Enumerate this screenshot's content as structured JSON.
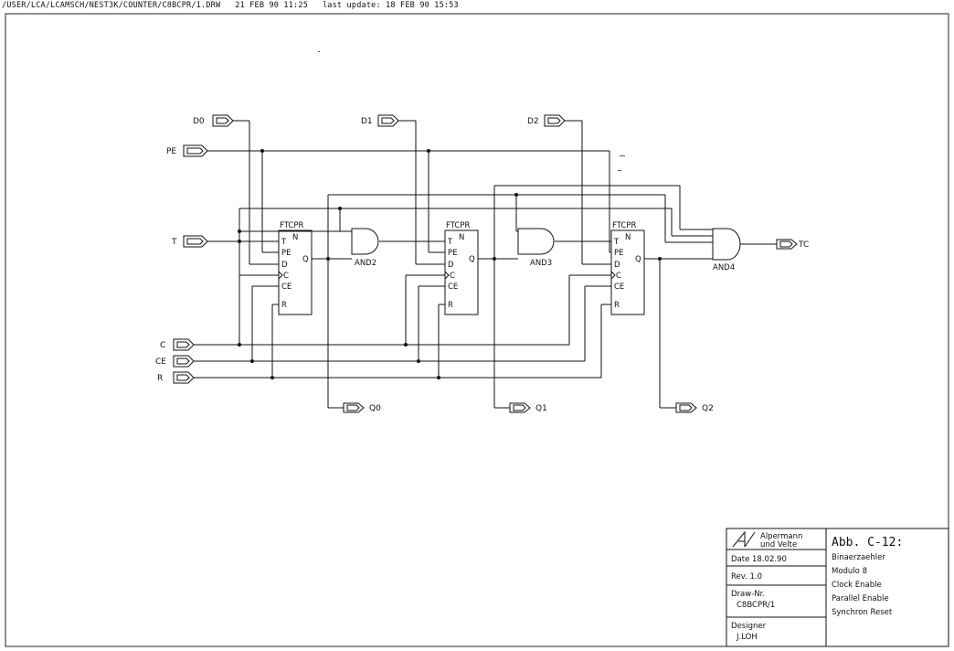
{
  "header": {
    "path": "/USER/LCA/LCAMSCH/NEST3K/COUNTER/C8BCPR/1.DRW",
    "timestamp": "21 FEB 90 11:25",
    "last_update": "last update: 18 FEB 90 15:53"
  },
  "inputs": {
    "d0": "D0",
    "d1": "D1",
    "d2": "D2",
    "pe": "PE",
    "t": "T",
    "c": "C",
    "ce": "CE",
    "r": "R"
  },
  "outputs": {
    "q0": "Q0",
    "q1": "Q1",
    "q2": "Q2",
    "tc": "TC"
  },
  "flipflops": [
    {
      "name": "FTCPR",
      "pins": {
        "t": "T",
        "n": "N",
        "pe": "PE",
        "d": "D",
        "c": "C",
        "ce": "CE",
        "r": "R",
        "q": "Q"
      }
    },
    {
      "name": "FTCPR",
      "pins": {
        "t": "T",
        "n": "N",
        "pe": "PE",
        "d": "D",
        "c": "C",
        "ce": "CE",
        "r": "R",
        "q": "Q"
      }
    },
    {
      "name": "FTCPR",
      "pins": {
        "t": "T",
        "n": "N",
        "pe": "PE",
        "d": "D",
        "c": "C",
        "ce": "CE",
        "r": "R",
        "q": "Q"
      }
    }
  ],
  "gates": {
    "and2": "AND2",
    "and3": "AND3",
    "and4": "AND4"
  },
  "title_block": {
    "logo_line1": "Alpermann",
    "logo_line2": "und Velte",
    "date": "Date  18.02.90",
    "rev": "Rev.  1.0",
    "draw_label": "Draw-Nr.",
    "draw_value": "C8BCPR/1",
    "designer_label": "Designer",
    "designer_value": "J.LOH",
    "title": "Abb. C-12:",
    "desc": [
      "Binaerzaehler",
      "Modulo 8",
      "Clock Enable",
      "Parallel Enable",
      "Synchron Reset"
    ]
  }
}
